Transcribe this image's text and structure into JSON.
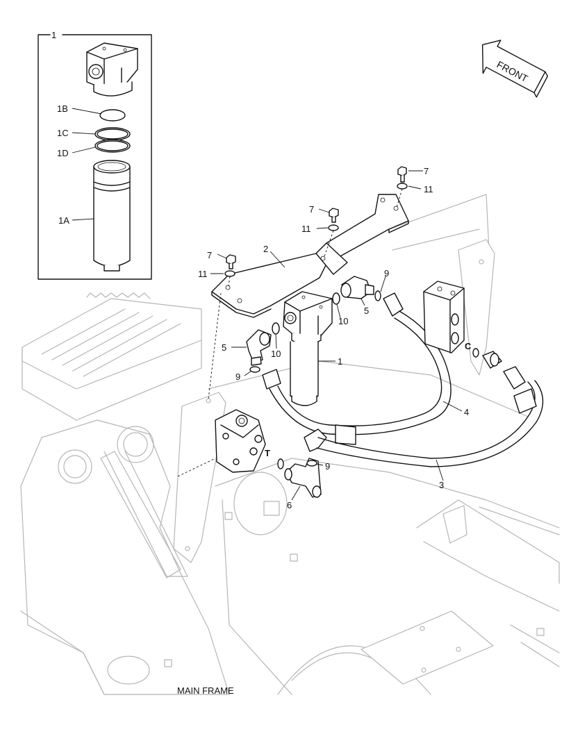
{
  "inset": {
    "frame_label": "1",
    "labels": [
      "1B",
      "1C",
      "1D",
      "1A"
    ]
  },
  "front_arrow": {
    "text": "FRONT"
  },
  "callouts": [
    "7",
    "11",
    "7",
    "11",
    "7",
    "11",
    "2",
    "9",
    "5",
    "10",
    "10",
    "1",
    "5",
    "9",
    "C",
    "4",
    "T",
    "9",
    "6",
    "3"
  ],
  "caption": "MAIN FRAME"
}
